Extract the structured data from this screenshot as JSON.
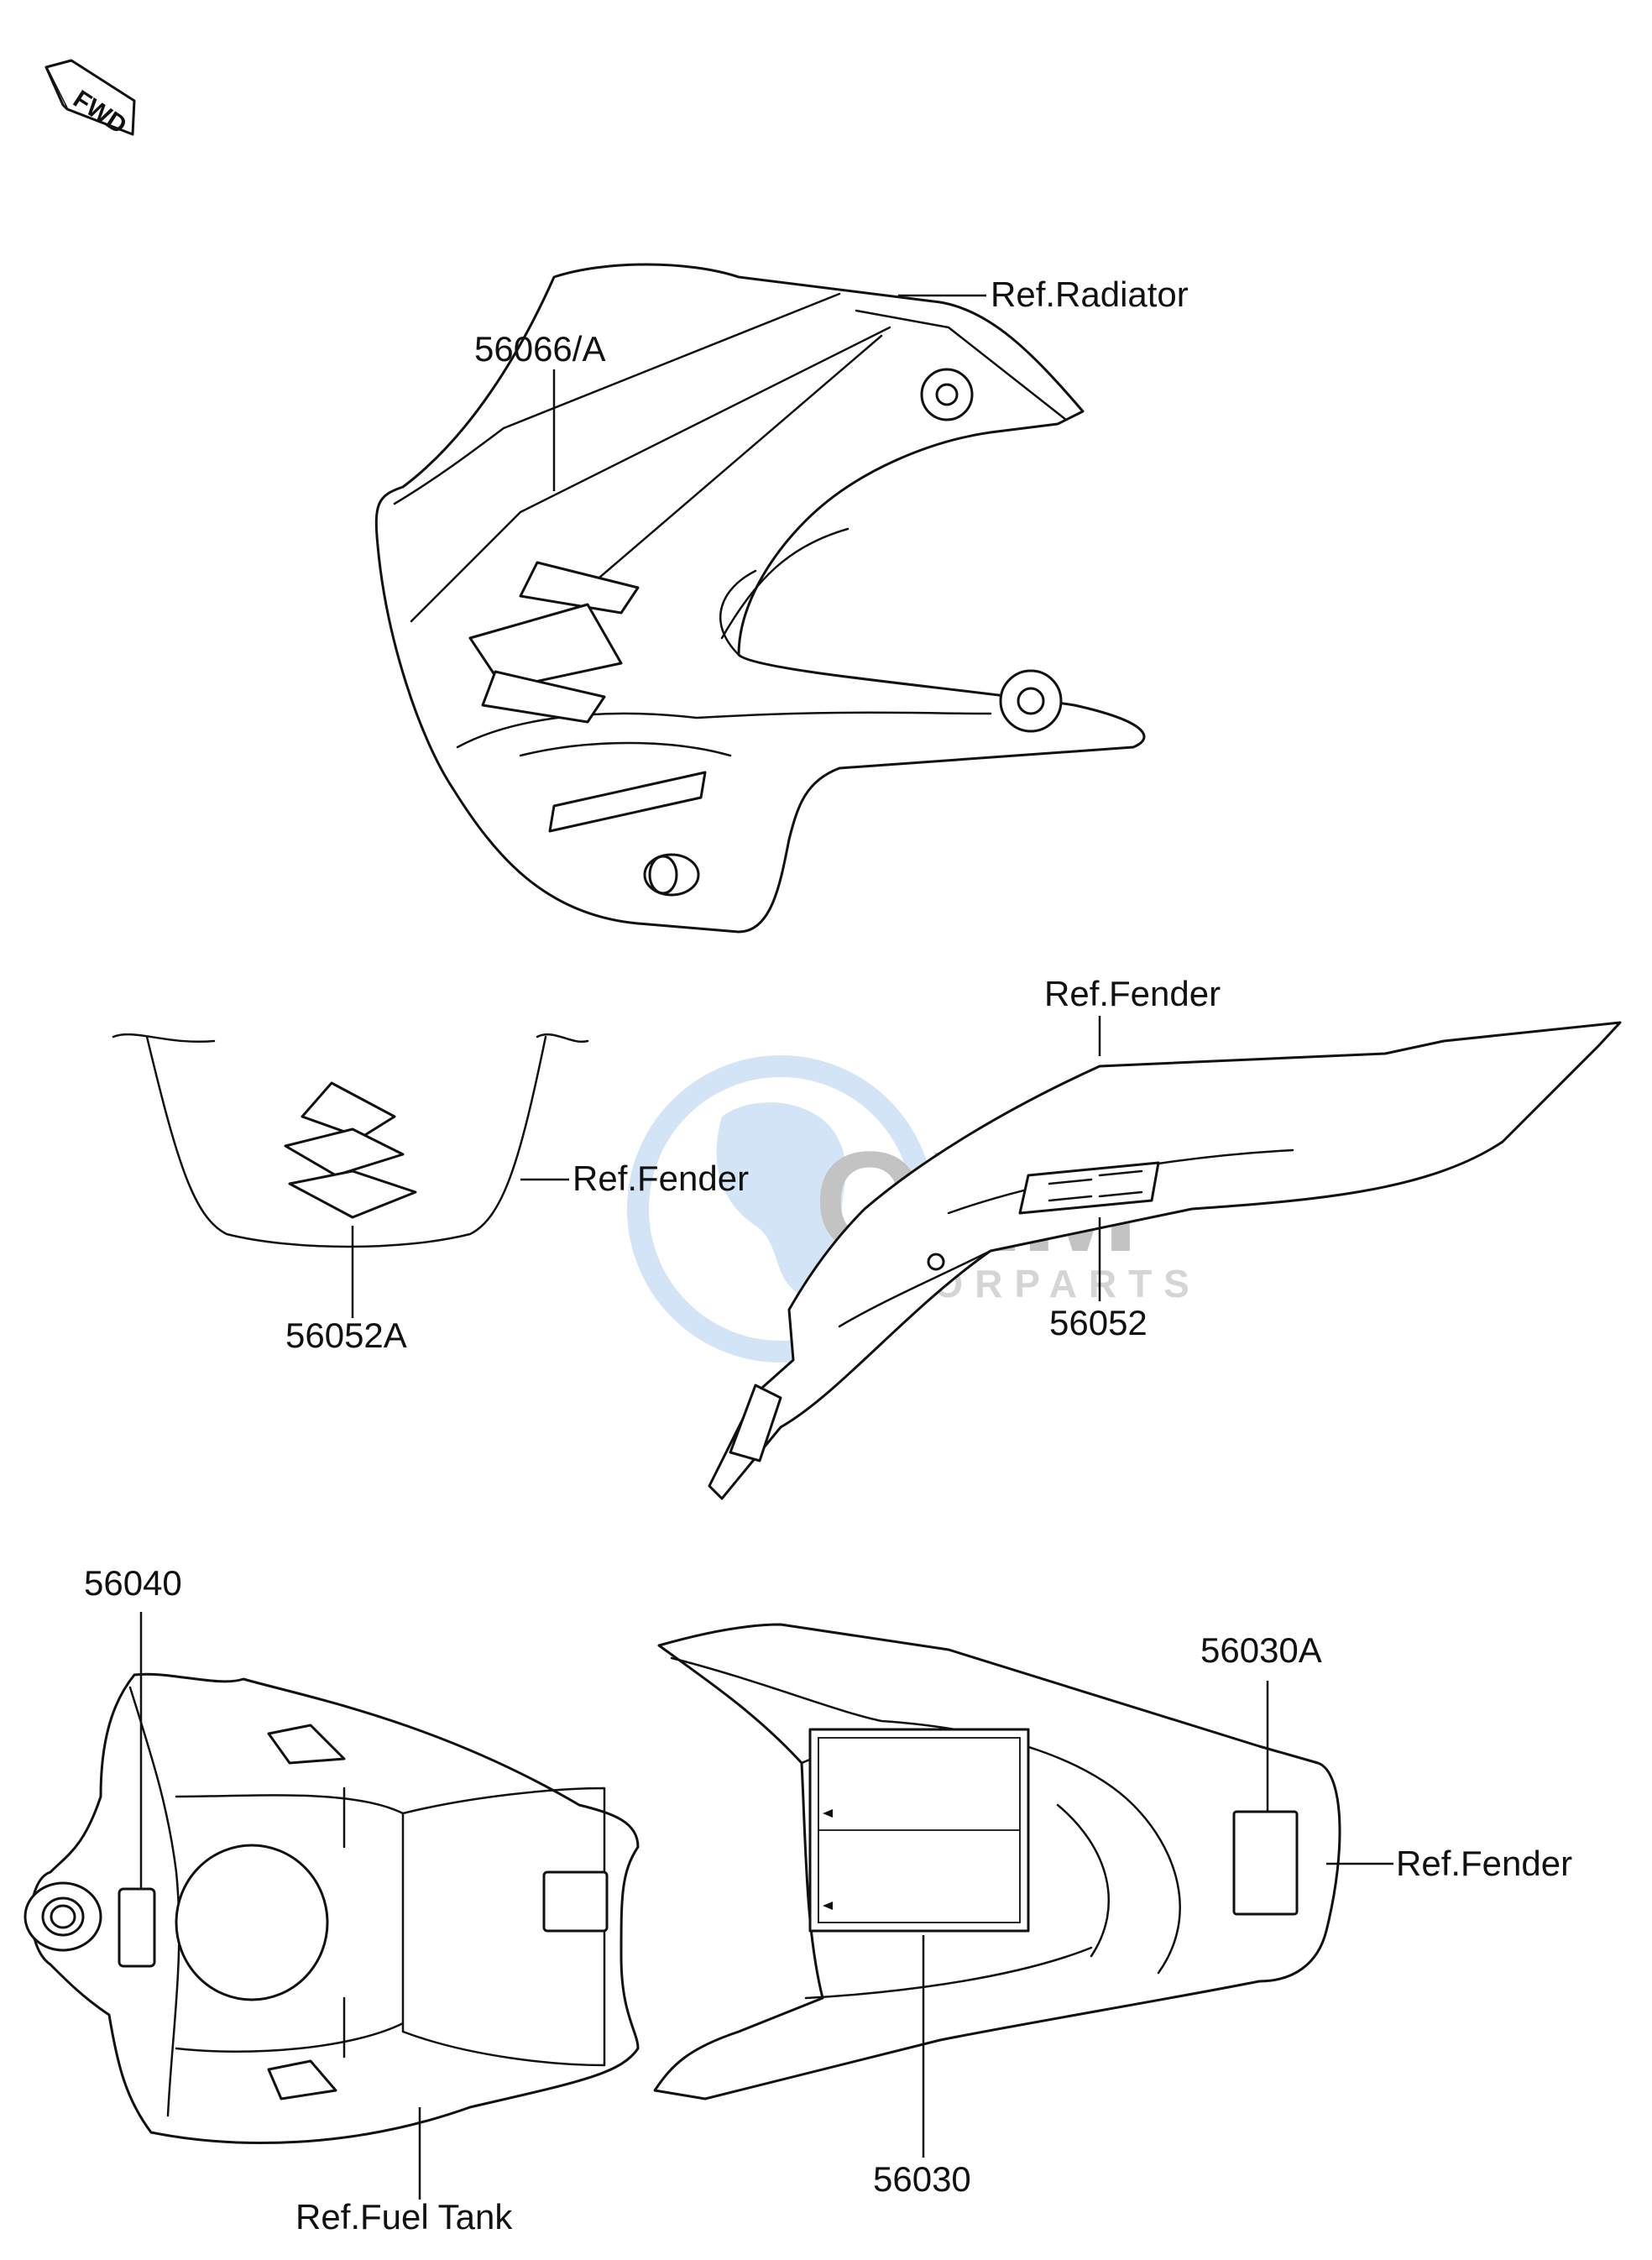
{
  "fwd_marker": "FWD",
  "watermark": {
    "brand": "OEM",
    "sub": "MOTORPARTS"
  },
  "radiator_shroud": {
    "part_label": "56066/A",
    "ref_label": "Ref.Radiator"
  },
  "front_fender": {
    "part_label": "56052A",
    "ref_label": "Ref.Fender"
  },
  "rear_side_fender": {
    "part_label": "56052",
    "ref_label": "Ref.Fender"
  },
  "fuel_tank": {
    "part_label": "56040",
    "ref_label": "Ref.Fuel Tank"
  },
  "rear_fender": {
    "part_label_a": "56030A",
    "part_label": "56030",
    "ref_label": "Ref.Fender"
  }
}
